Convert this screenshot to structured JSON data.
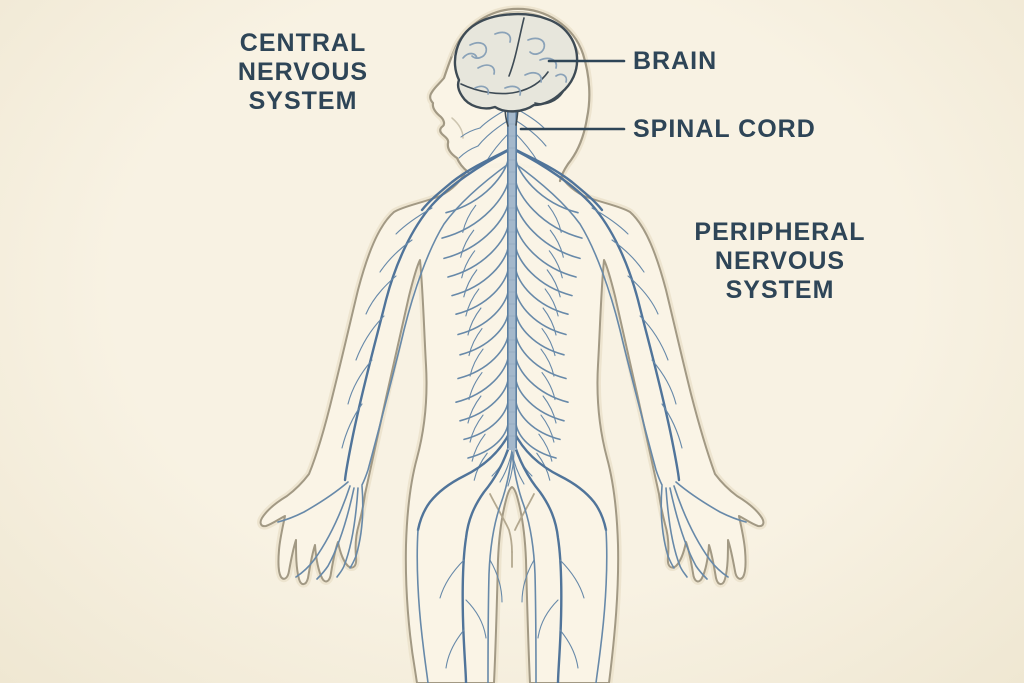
{
  "figure": {
    "type": "anatomical-diagram",
    "subject": "Human nervous system, front view with head in profile"
  },
  "labels": {
    "central_nervous_system": {
      "lines": [
        "CENTRAL",
        "NERVOUS",
        "SYSTEM"
      ]
    },
    "brain": {
      "text": "BRAIN"
    },
    "spinal_cord": {
      "text": "SPINAL CORD"
    },
    "peripheral_nervous_system": {
      "lines": [
        "PERIPHERAL",
        "NERVOUS",
        "SYSTEM"
      ]
    }
  },
  "colors": {
    "background": "#f8f2e3",
    "vignette": "#efe7d2",
    "body_fill": "#faf4e6",
    "body_outline": "#a29984",
    "nerve": "#6789a9",
    "nerve_dark": "#50749a",
    "spine_fill": "#a4b8cb",
    "spine_edge": "#5d80a2",
    "brain_fill": "#e7e6dc",
    "brain_outline": "#3e4b55",
    "gyri": "#8aa2b8",
    "label_text": "#2e4557",
    "leader_line": "#2e4557"
  }
}
